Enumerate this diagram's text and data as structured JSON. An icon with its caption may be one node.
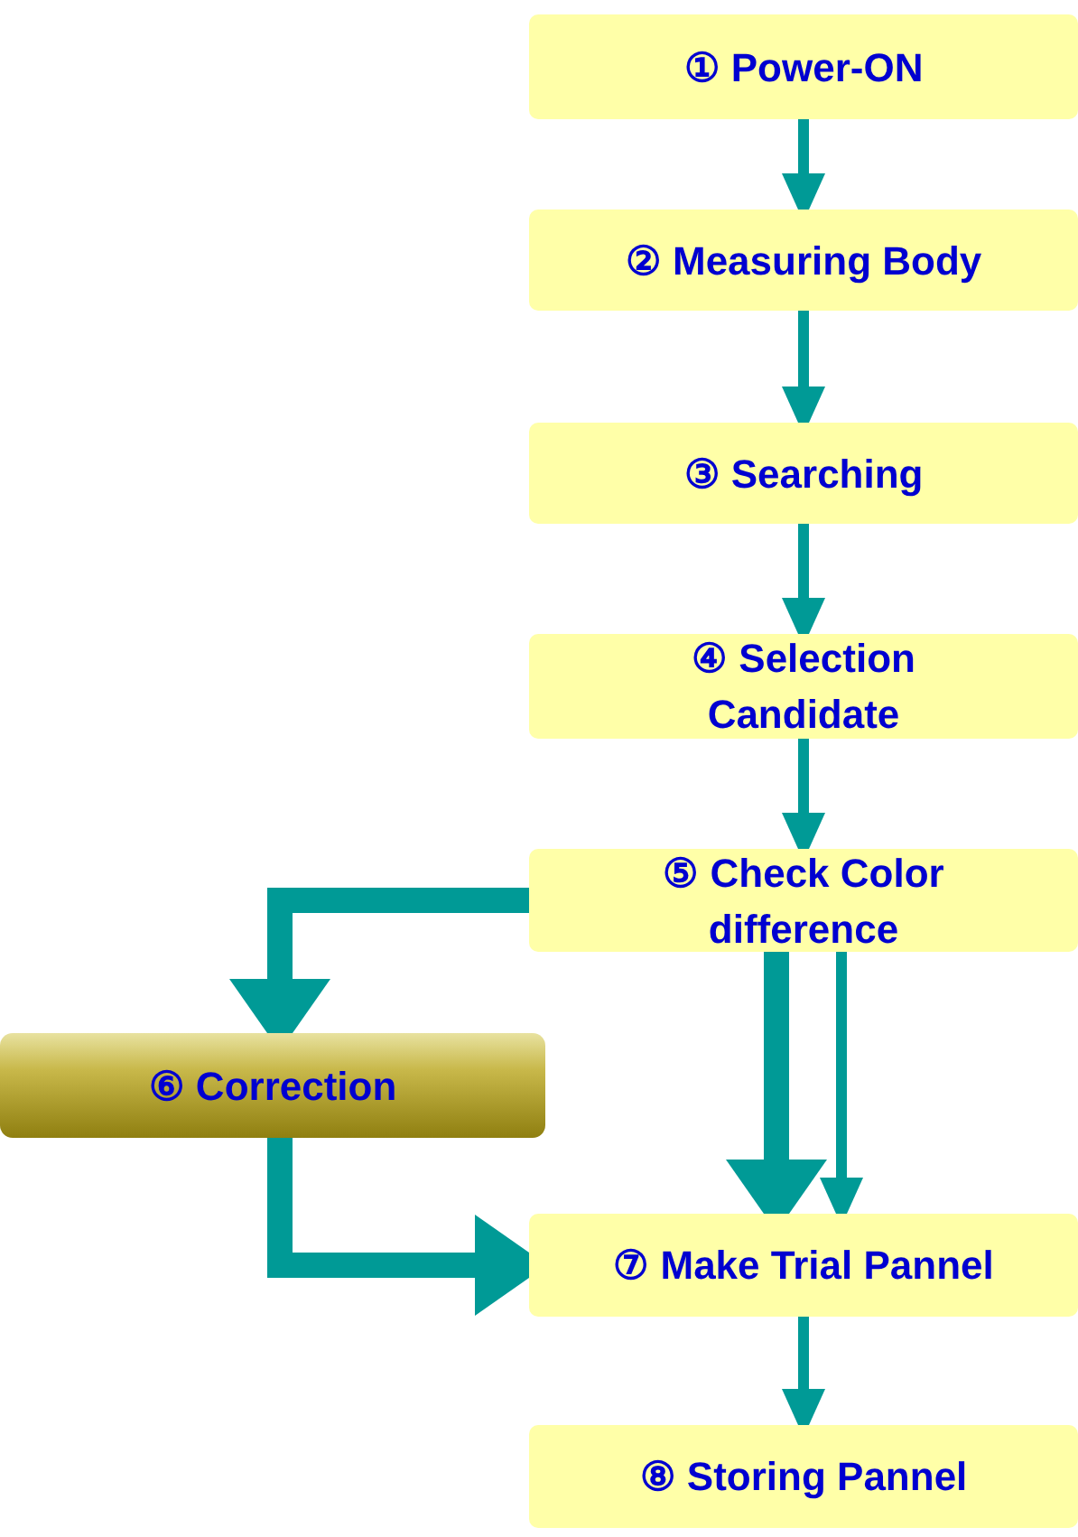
{
  "diagram": {
    "nodes": [
      {
        "text": [
          "① Power-ON"
        ]
      },
      {
        "text": [
          "② Measuring Body"
        ]
      },
      {
        "text": [
          "③ Searching"
        ]
      },
      {
        "text": [
          "④ Selection Candidate"
        ]
      },
      {
        "text": [
          "⑤ Check Color difference"
        ]
      },
      {
        "text": [
          "⑥ Correction"
        ]
      },
      {
        "text": [
          "⑦ Make Trial Pannel"
        ]
      },
      {
        "text": [
          "⑧ Storing Pannel"
        ]
      }
    ],
    "edges": [
      {
        "from": 0,
        "to": 1,
        "arrow": "to"
      },
      {
        "from": 1,
        "to": 2,
        "arrow": "to"
      },
      {
        "from": 2,
        "to": 3,
        "arrow": "to"
      },
      {
        "from": 3,
        "to": 4,
        "arrow": "to"
      },
      {
        "from": 4,
        "to": 5,
        "arrow": "to",
        "style": "thick"
      },
      {
        "from": 4,
        "to": 6,
        "arrow": "to",
        "style": "thick"
      },
      {
        "from": 4,
        "to": 6,
        "arrow": "to"
      },
      {
        "from": 5,
        "to": 6,
        "arrow": "to",
        "style": "thick"
      },
      {
        "from": 6,
        "to": 7,
        "arrow": "to"
      }
    ]
  }
}
